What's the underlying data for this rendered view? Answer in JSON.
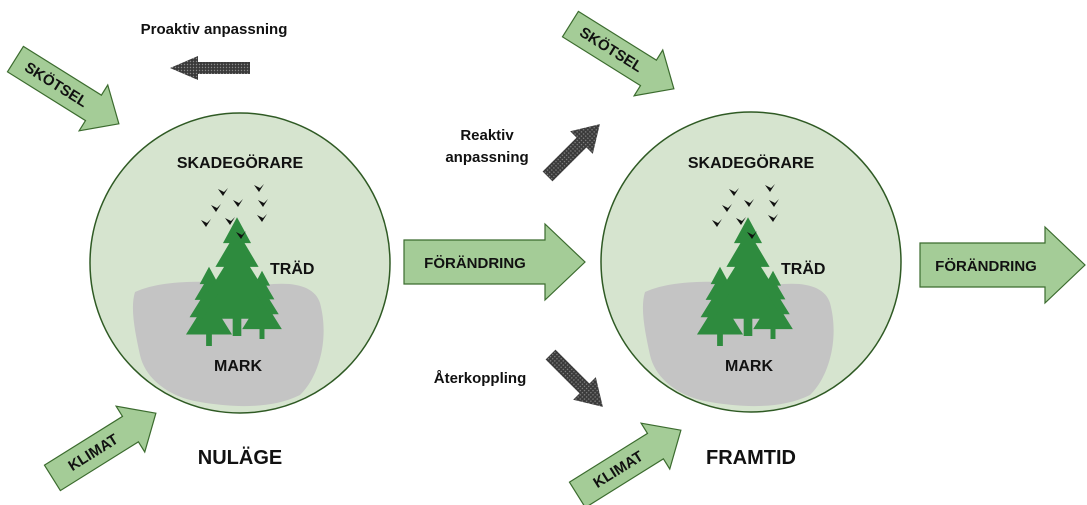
{
  "colors": {
    "circle_fill": "#d6e4cf",
    "circle_stroke": "#2f5a24",
    "arrow_fill": "#a4cc97",
    "arrow_stroke": "#3b6b2e",
    "ground_fill": "#c4c4c4",
    "tree_fill": "#2e8b3e",
    "dark_arrow": "#333333",
    "pest_color": "#111111"
  },
  "top_label": "Proaktiv anpassning",
  "middle": {
    "reactive_label_line1": "Reaktiv",
    "reactive_label_line2": "anpassning",
    "feedback_label": "Återkoppling"
  },
  "scenes": {
    "current": {
      "caption": "NULÄGE",
      "pests_label": "SKADEGÖRARE",
      "tree_label": "TRÄD",
      "ground_label": "MARK",
      "management_label": "SKÖTSEL",
      "climate_label": "KLIMAT"
    },
    "future": {
      "caption": "FRAMTID",
      "pests_label": "SKADEGÖRARE",
      "tree_label": "TRÄD",
      "ground_label": "MARK",
      "management_label": "SKÖTSEL",
      "climate_label": "KLIMAT"
    }
  },
  "change_arrows": {
    "first_label": "FÖRÄNDRING",
    "second_label": "FÖRÄNDRING"
  }
}
